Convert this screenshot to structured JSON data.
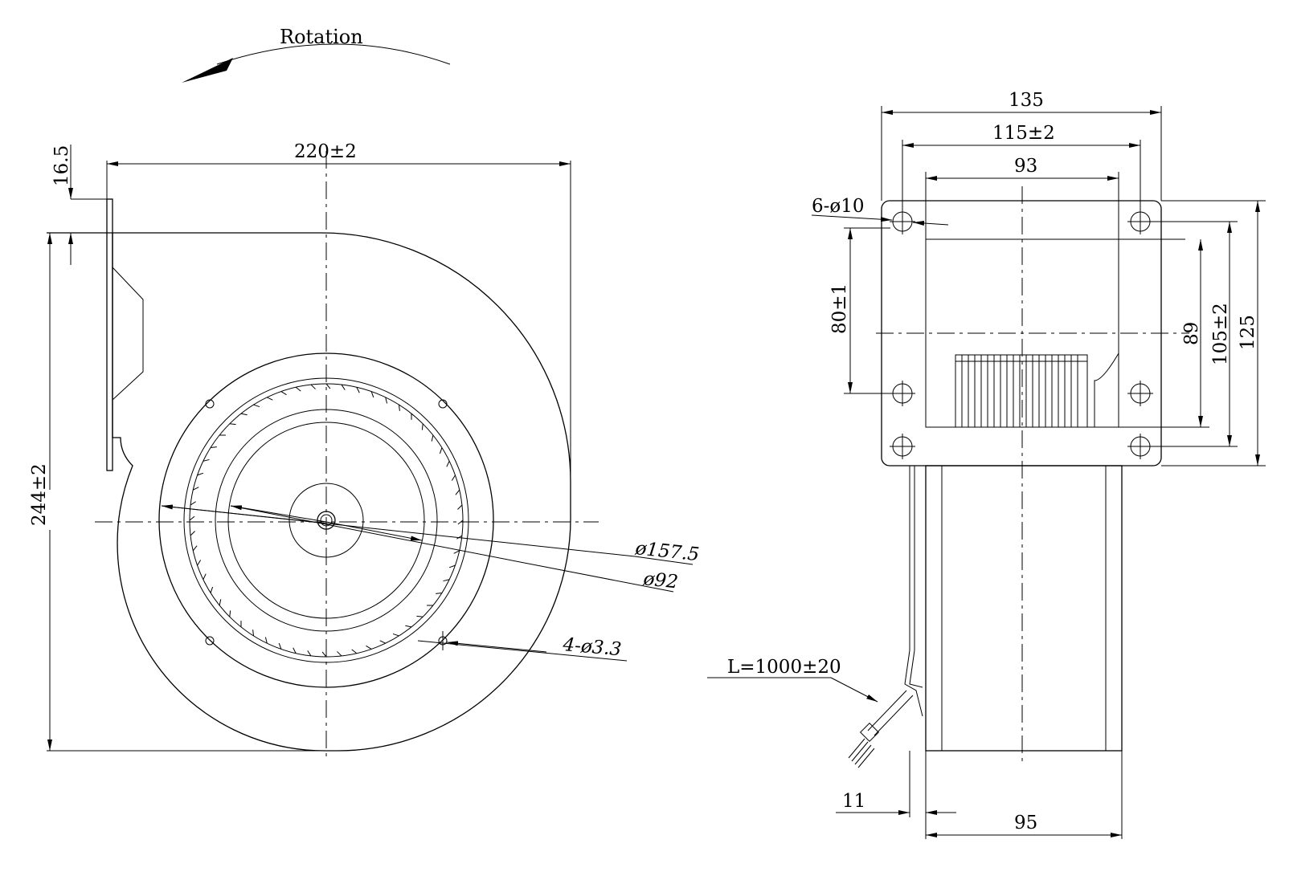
{
  "front_view": {
    "rotation_label": "Rotation",
    "dim_width": "220±2",
    "dim_height": "244±2",
    "dim_flange": "16.5",
    "dim_outer_dia": "ø157.5",
    "dim_inner_dia": "ø92",
    "dim_mount_holes": "4-ø3.3"
  },
  "side_view": {
    "dim_total_width": "135",
    "dim_hole_spacing_w": "115±2",
    "dim_outlet_width": "93",
    "dim_holes": "6-ø10",
    "dim_hole_spacing_v": "80±1",
    "dim_outlet_height": "89",
    "dim_hole_spacing_h": "105±2",
    "dim_total_height": "125",
    "dim_cable": "L=1000±20",
    "dim_offset": "11",
    "dim_body_width": "95"
  }
}
